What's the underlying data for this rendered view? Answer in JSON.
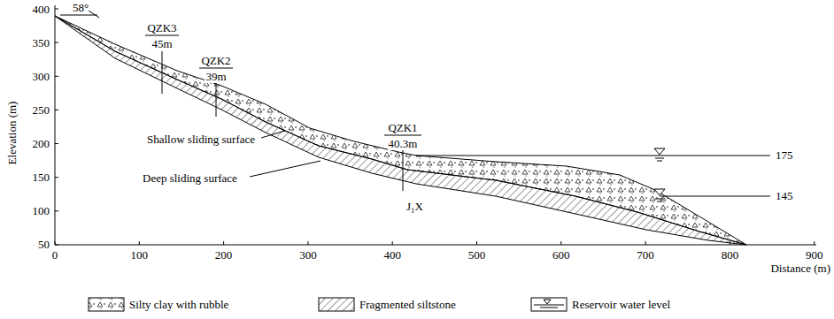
{
  "diagram": {
    "labels": [
      "58°",
      "QZK3",
      "45m",
      "QZK2",
      "39m",
      "QZK1",
      "40.3m",
      "Shallow sliding surface",
      "Deep sliding surface",
      "J₁X",
      "175",
      "145",
      "400",
      "350",
      "300",
      "250",
      "200",
      "150",
      "100",
      "50",
      "Elevation (m)",
      "0",
      "100",
      "200",
      "300",
      "400",
      "500",
      "600",
      "700",
      "800",
      "900",
      "Distance (m)"
    ],
    "legend": [
      {
        "text": "Silty clay with rubble"
      },
      {
        "text": "Fragmented siltstone"
      },
      {
        "text": "Reservoir water level"
      }
    ]
  }
}
